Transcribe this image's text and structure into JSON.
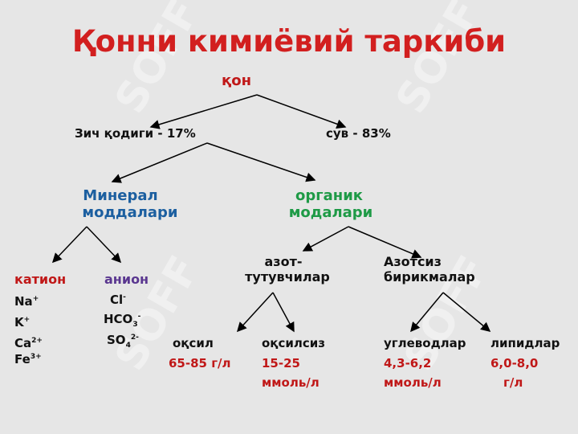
{
  "title": "Қонни кимиёвий таркиби",
  "nodes": {
    "root": "қон",
    "solid": "Зич қодиги - 17%",
    "water": "сув - 83%",
    "mineral_l1": "Минерал",
    "mineral_l2": "моддалари",
    "organic_l1": "органик",
    "organic_l2": "модалари",
    "nitro_l1": "азот-",
    "nitro_l2": "тутувчилар",
    "nonnitro_l1": "Азотсиз",
    "nonnitro_l2": "бирикмалар",
    "cation": "катион",
    "anion": "анион",
    "protein": "оқсил",
    "protein_val": "65-85 г/л",
    "nonprotein": "оқсилсиз",
    "nonprotein_val1": "15-25",
    "nonprotein_val2": "ммоль/л",
    "carbs": "углеводлар",
    "carbs_val1": "4,3-6,2",
    "carbs_val2": "ммоль/л",
    "lipids": "липидлар",
    "lipids_val1": "6,0-8,0",
    "lipids_val2": "г/л"
  },
  "cations": [
    {
      "base": "Na",
      "sup": "+"
    },
    {
      "base": "K",
      "sup": "+"
    },
    {
      "base": "Ca",
      "sup": "2+"
    },
    {
      "base": "Fe",
      "sup": "3+"
    }
  ],
  "anions": [
    {
      "base": "Cl",
      "sub": "",
      "sup": "-"
    },
    {
      "base": "HCO",
      "sub": "3",
      "sup": "-"
    },
    {
      "base": "SO",
      "sub": "4",
      "sup": "2-"
    }
  ],
  "watermark": "SOFF",
  "colors": {
    "title": "#d21f1f",
    "red": "#c01818",
    "blue": "#1c5fa0",
    "green": "#1e9a46",
    "purple": "#5a3790",
    "background": "#e6e6e6"
  }
}
